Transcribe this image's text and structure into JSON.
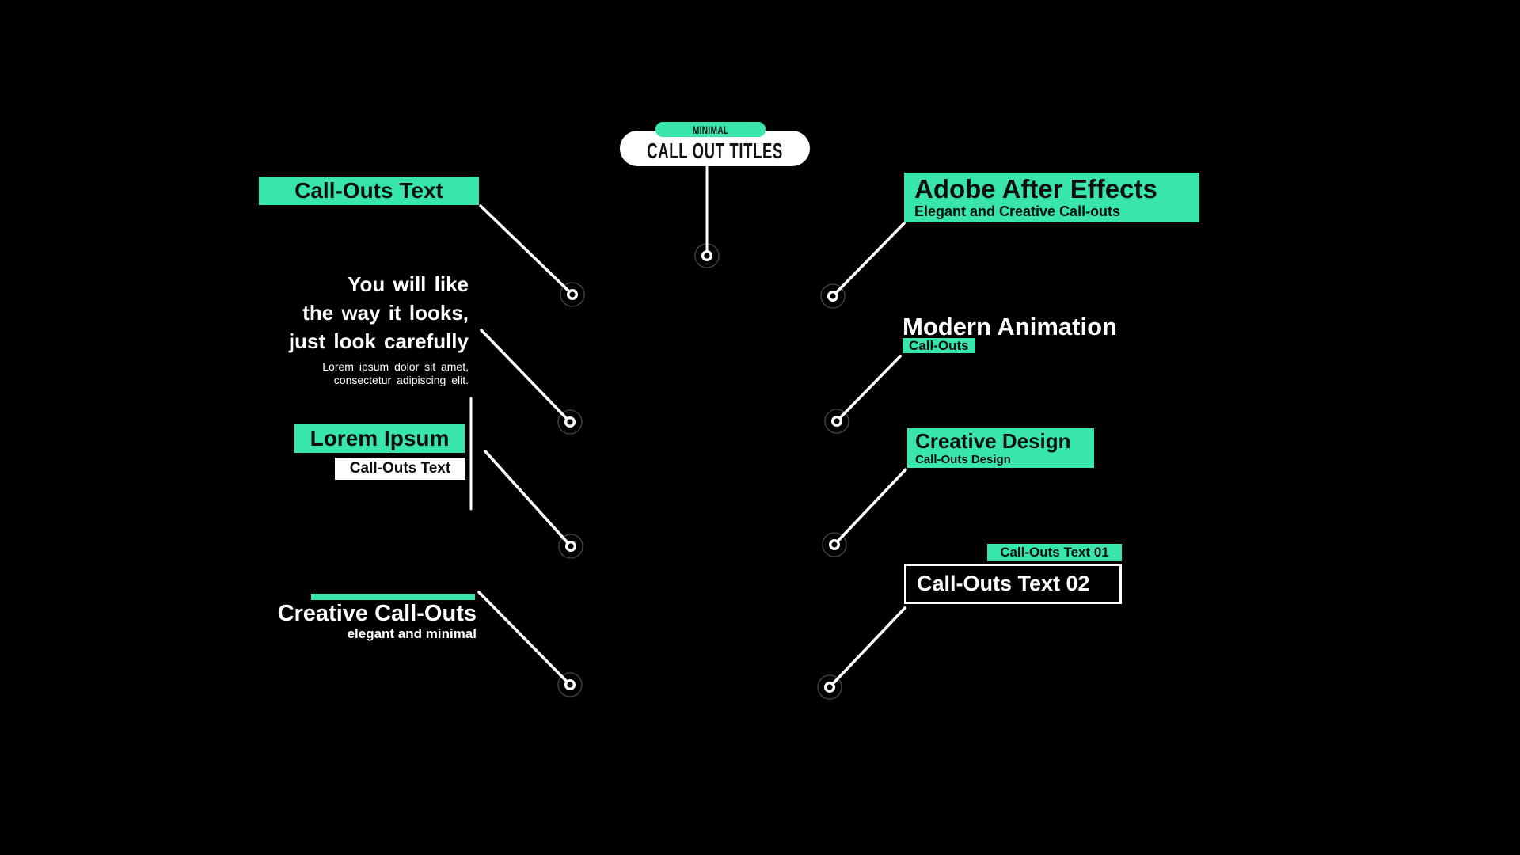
{
  "colors": {
    "background": "#000000",
    "accent": "#38e6ac",
    "line": "#ffffff"
  },
  "header": {
    "badge": "MINIMAL",
    "title": "CALL OUT TITLES"
  },
  "callouts": {
    "left1": {
      "label": "Call-Outs Text"
    },
    "left2": {
      "line1": "You will like",
      "line2": "the way it looks,",
      "line3": "just look carefully",
      "caption1": "Lorem ipsum dolor sit amet,",
      "caption2": "consectetur adipiscing elit."
    },
    "left3": {
      "title": "Lorem Ipsum",
      "subtitle": "Call-Outs Text"
    },
    "left4": {
      "title": "Creative Call-Outs",
      "subtitle": "elegant and minimal"
    },
    "right1": {
      "title": "Adobe After Effects",
      "subtitle": "Elegant and Creative Call-outs"
    },
    "right2": {
      "title": "Modern Animation",
      "badge": "Call-Outs"
    },
    "right3": {
      "title": "Creative Design",
      "subtitle": "Call-Outs Design"
    },
    "right4": {
      "badge": "Call-Outs Text 01",
      "label": "Call-Outs Text 02"
    }
  }
}
